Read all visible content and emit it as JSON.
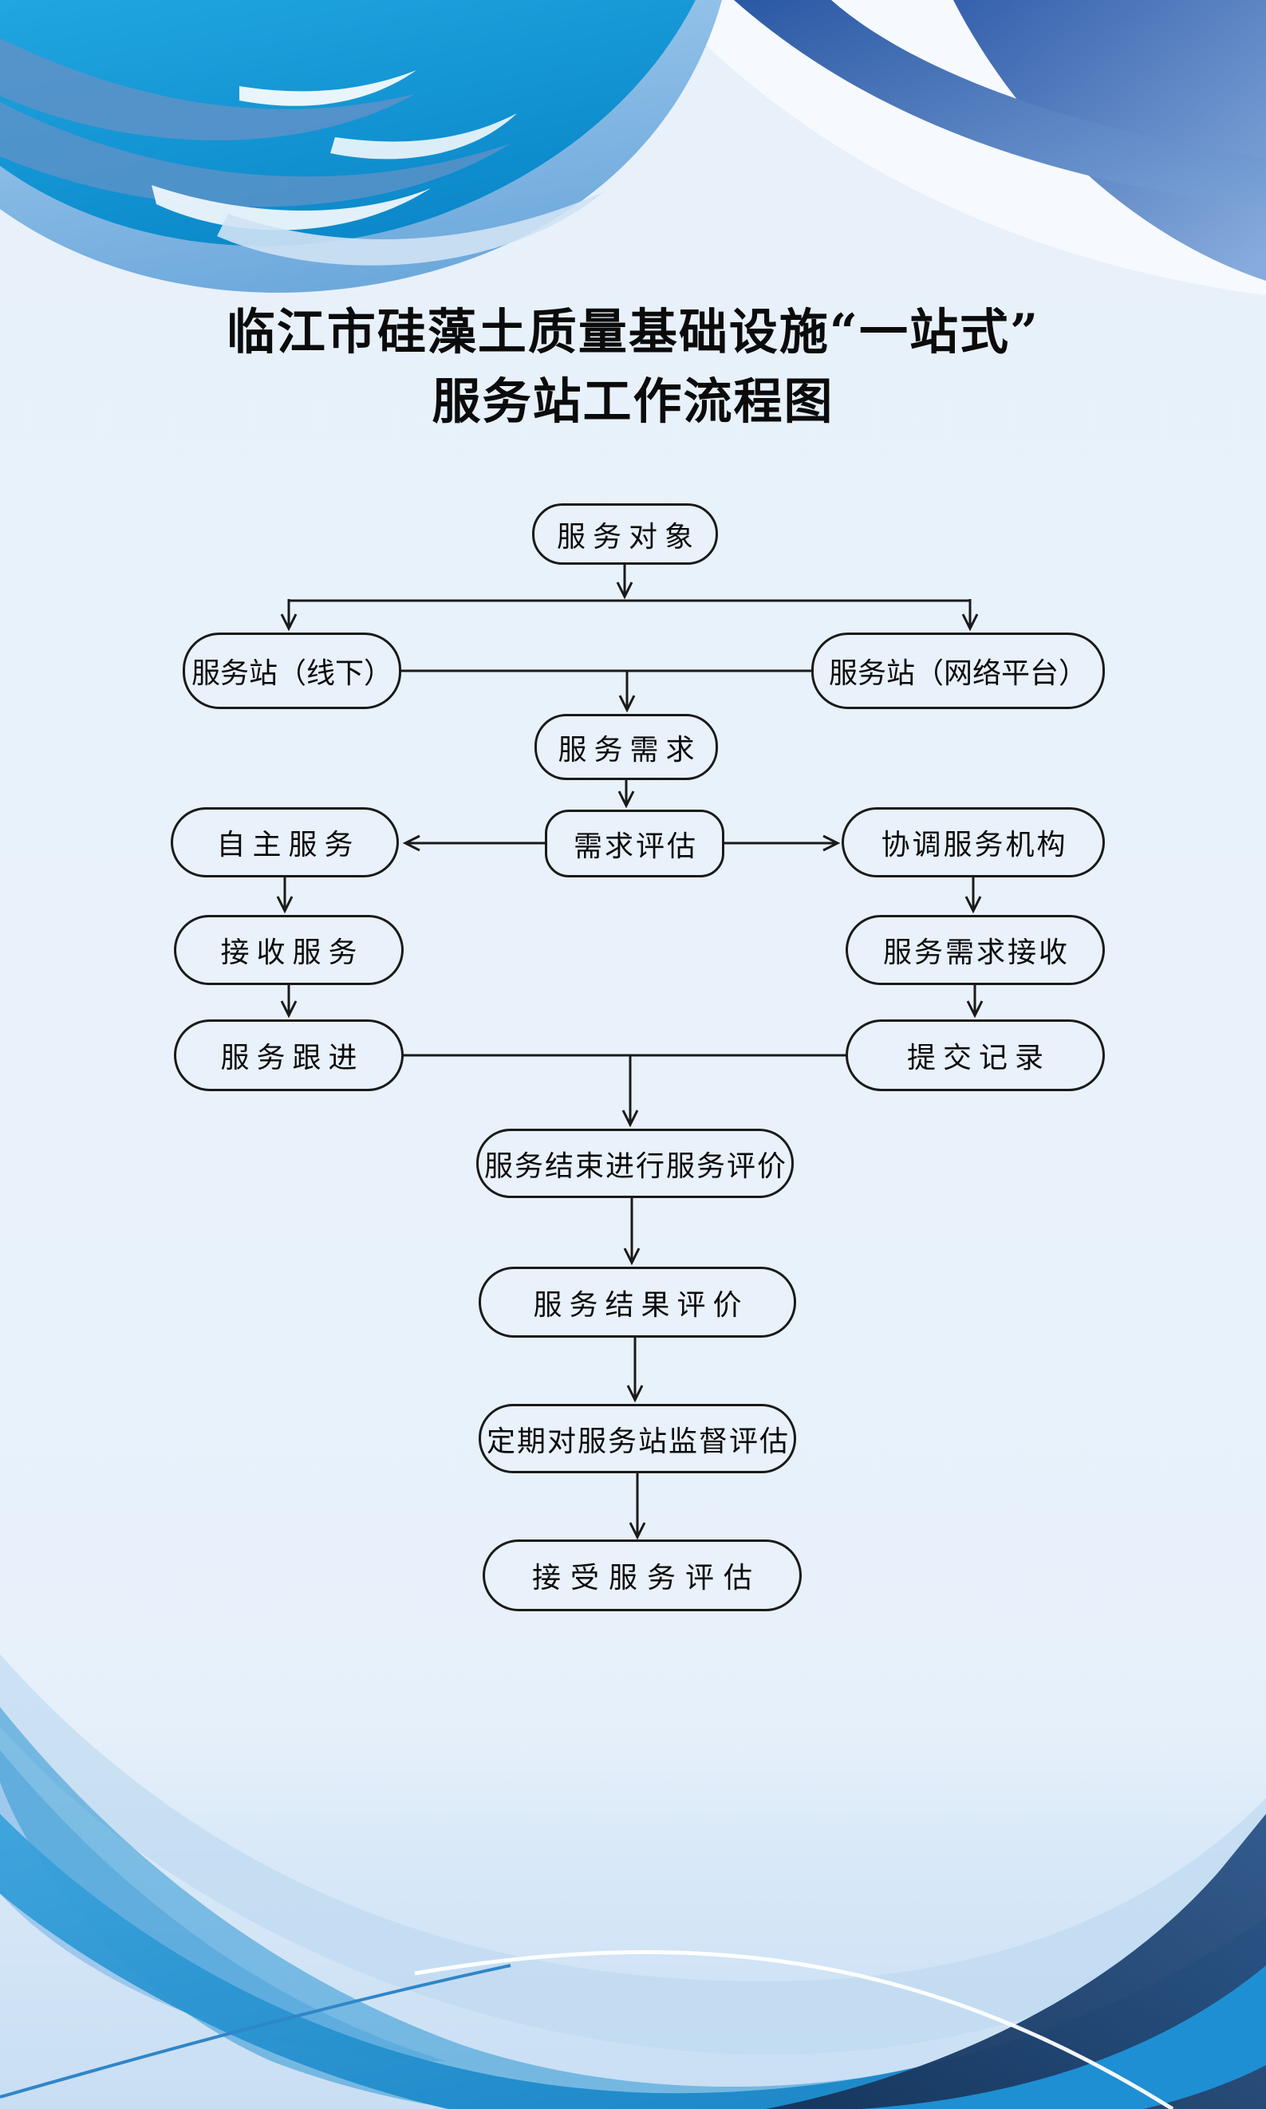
{
  "poster": {
    "title_line1": "临江市硅藻土质量基础设施“一站式”",
    "title_line2": "服务站工作流程图"
  },
  "flowchart": {
    "nodes": [
      {
        "id": "service-target",
        "label": "服务对象"
      },
      {
        "id": "station-offline",
        "label": "服务站（线下）"
      },
      {
        "id": "station-online",
        "label": "服务站（网络平台）"
      },
      {
        "id": "service-demand",
        "label": "服务需求"
      },
      {
        "id": "self-service",
        "label": "自主服务"
      },
      {
        "id": "demand-assessment",
        "label": "需求评估"
      },
      {
        "id": "coordinate-agency",
        "label": "协调服务机构"
      },
      {
        "id": "receive-service",
        "label": "接收服务"
      },
      {
        "id": "demand-receipt",
        "label": "服务需求接收"
      },
      {
        "id": "service-followup",
        "label": "服务跟进"
      },
      {
        "id": "submit-record",
        "label": "提交记录"
      },
      {
        "id": "end-evaluation",
        "label": "服务结束进行服务评价"
      },
      {
        "id": "result-evaluation",
        "label": "服务结果评价"
      },
      {
        "id": "periodic-supervision",
        "label": "定期对服务站监督评估"
      },
      {
        "id": "accept-assessment",
        "label": "接受服务评估"
      }
    ]
  },
  "colors": {
    "page_background": "#e9f1fa",
    "node_fill": "#e9f1fa",
    "node_border": "#1a1a1a",
    "connector": "#1a1a1a",
    "wave_cyan": "#129bd9",
    "wave_royal_blue": "#3a66b0",
    "wave_navy": "#1c3f63",
    "wave_light_blue": "#8ec3e8",
    "wave_white": "#ffffff"
  }
}
